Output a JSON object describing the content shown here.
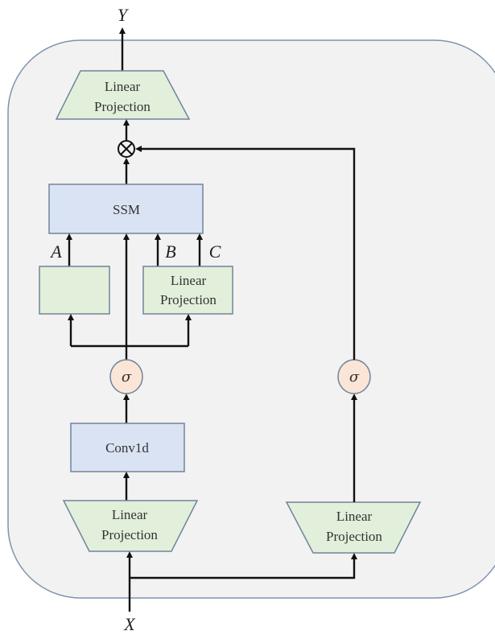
{
  "labels": {
    "output": "Y",
    "input": "X",
    "top_projection": [
      "Linear",
      "Projection"
    ],
    "ssm": "SSM",
    "param_a": "A",
    "param_b": "B",
    "param_c": "C",
    "bc_projection": [
      "Linear",
      "Projection"
    ],
    "activation_left": "σ",
    "activation_right": "σ",
    "conv": "Conv1d",
    "left_projection": [
      "Linear",
      "Projection"
    ],
    "right_projection": [
      "Linear",
      "Projection"
    ]
  },
  "colors": {
    "container": "#f2f2f2",
    "projection_fill": "#e2efda",
    "block_fill": "#dae3f3",
    "activation_fill": "#fbe5d6",
    "outline": "#6f849c"
  }
}
